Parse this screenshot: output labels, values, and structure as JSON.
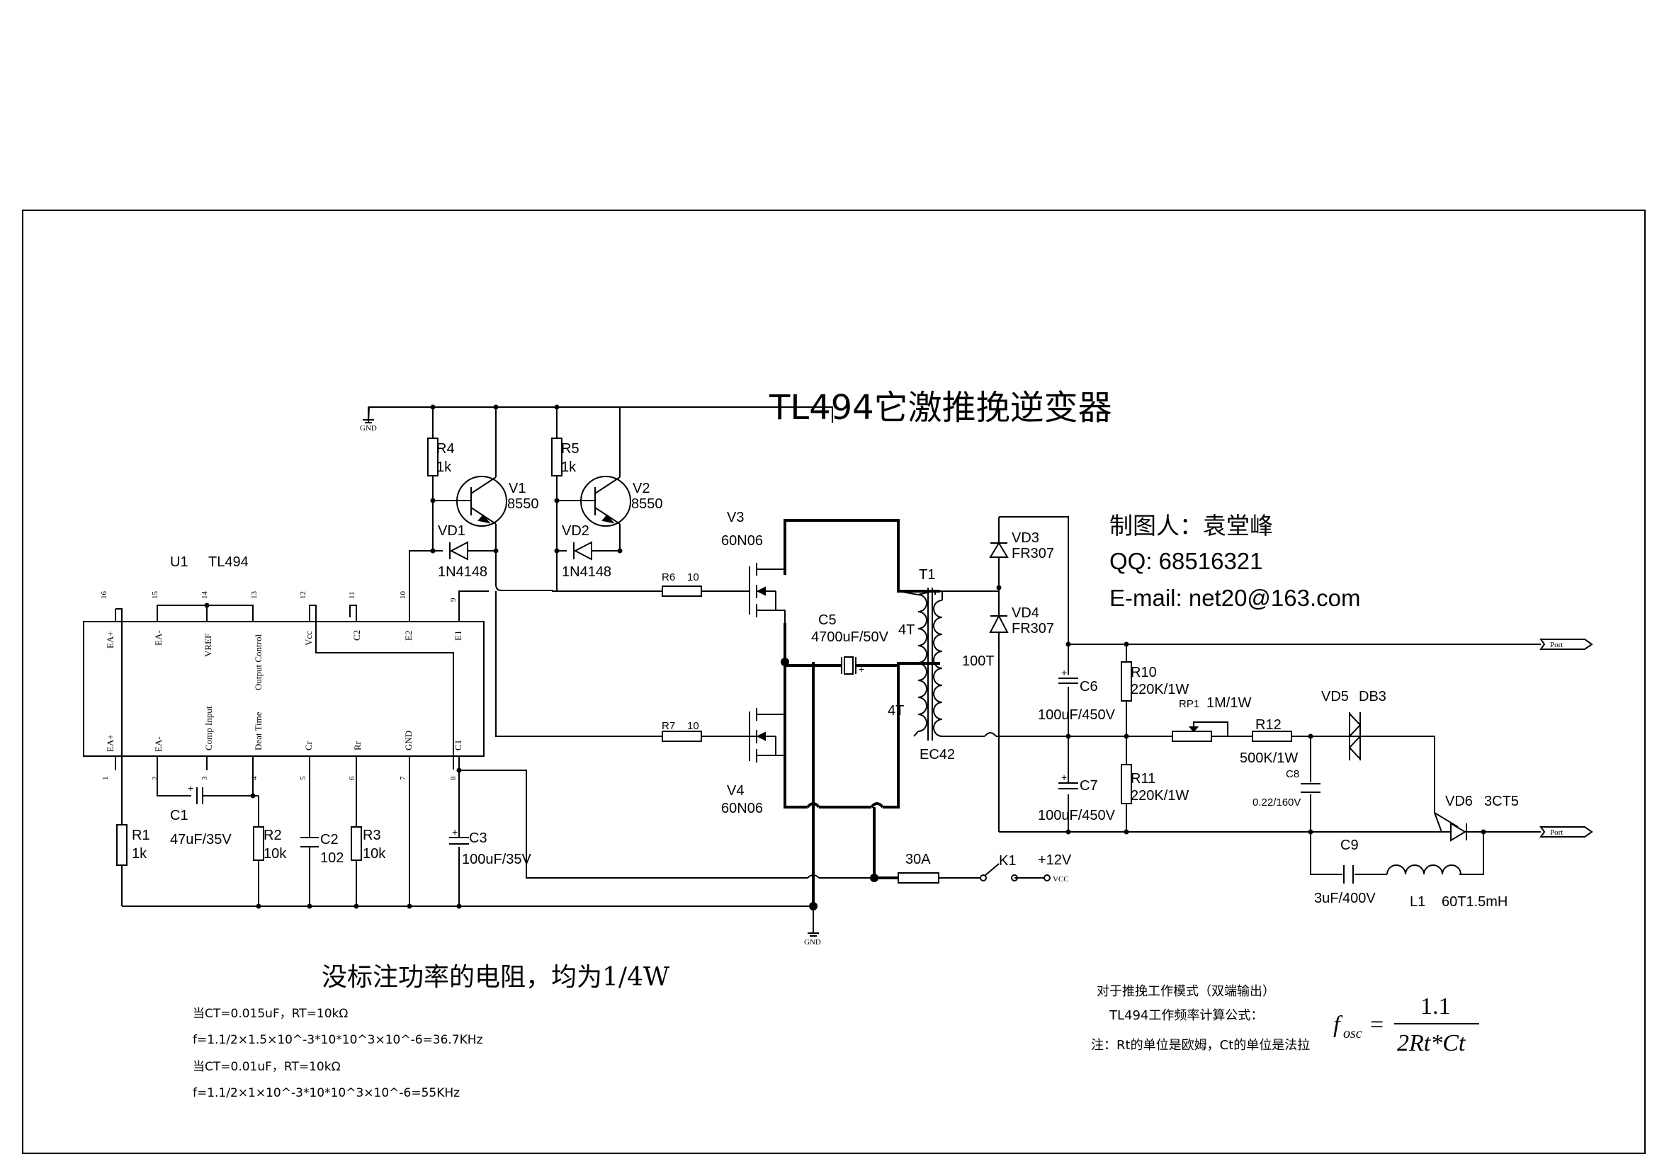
{
  "title": "TL494它激推挽逆变器",
  "author": {
    "name_line": "制图人：袁堂峰",
    "qq_line": "QQ:  68516321",
    "email_line": "E-mail:  net20@163.com"
  },
  "notes": {
    "power_note": "没标注功率的电阻，均为1/4W",
    "calc_line1": "当CT=0.015uF，RT=10kΩ",
    "calc_line2": "f=1.1/2×1.5×10^-3*10*10^3×10^-6=36.7KHz",
    "calc_line3": "当CT=0.01uF，RT=10kΩ",
    "calc_line4": "f=1.1/2×1×10^-3*10*10^3×10^-6=55KHz",
    "formula_line1": "对于推挽工作模式（双端输出）",
    "formula_line2": "TL494工作频率计算公式：",
    "formula_line3": "注：Rt的单位是欧姆，Ct的单位是法拉",
    "formula_lhs_main": "f",
    "formula_lhs_sub": "osc",
    "formula_equals": "=",
    "formula_numerator": "1.1",
    "formula_denominator": "2Rt*Ct"
  },
  "ic": {
    "ref": "U1",
    "part": "TL494",
    "top_pins": [
      {
        "num": "16",
        "name": "EA+"
      },
      {
        "num": "15",
        "name": "EA-"
      },
      {
        "num": "14",
        "name": "VREF"
      },
      {
        "num": "13",
        "name": "Output Control"
      },
      {
        "num": "12",
        "name": "Vcc"
      },
      {
        "num": "11",
        "name": "C2"
      },
      {
        "num": "10",
        "name": "E2"
      },
      {
        "num": "9",
        "name": "E1"
      }
    ],
    "bottom_pins": [
      {
        "num": "1",
        "name": "EA+"
      },
      {
        "num": "2",
        "name": "EA-"
      },
      {
        "num": "3",
        "name": "Comp Input"
      },
      {
        "num": "4",
        "name": "Deat Time"
      },
      {
        "num": "5",
        "name": "Cr"
      },
      {
        "num": "6",
        "name": "Rr"
      },
      {
        "num": "7",
        "name": "GND"
      },
      {
        "num": "8",
        "name": "C1"
      }
    ]
  },
  "components": {
    "R1": {
      "ref": "R1",
      "value": "1k"
    },
    "R2": {
      "ref": "R2",
      "value": "10k"
    },
    "R3": {
      "ref": "R3",
      "value": "10k"
    },
    "R4": {
      "ref": "R4",
      "value": "1k"
    },
    "R5": {
      "ref": "R5",
      "value": "1k"
    },
    "R6": {
      "ref": "R6",
      "value": "10"
    },
    "R7": {
      "ref": "R7",
      "value": "10"
    },
    "R10": {
      "ref": "R10",
      "value": "220K/1W"
    },
    "R11": {
      "ref": "R11",
      "value": "220K/1W"
    },
    "R12": {
      "ref": "R12",
      "value": "500K/1W"
    },
    "RP1": {
      "ref": "RP1",
      "value": "1M/1W"
    },
    "C1": {
      "ref": "C1",
      "value": "47uF/35V"
    },
    "C2": {
      "ref": "C2",
      "value": "102"
    },
    "C3": {
      "ref": "C3",
      "value": "100uF/35V"
    },
    "C5": {
      "ref": "C5",
      "value": "4700uF/50V"
    },
    "C6": {
      "ref": "C6",
      "value": "100uF/450V"
    },
    "C7": {
      "ref": "C7",
      "value": "100uF/450V"
    },
    "C8": {
      "ref": "C8",
      "value": "0.22/160V"
    },
    "C9": {
      "ref": "C9",
      "value": "3uF/400V"
    },
    "V1": {
      "ref": "V1",
      "value": "8550"
    },
    "V2": {
      "ref": "V2",
      "value": "8550"
    },
    "V3": {
      "ref": "V3",
      "value": "60N06"
    },
    "V4": {
      "ref": "V4",
      "value": "60N06"
    },
    "VD1": {
      "ref": "VD1",
      "value": "1N4148"
    },
    "VD2": {
      "ref": "VD2",
      "value": "1N4148"
    },
    "VD3": {
      "ref": "VD3",
      "value": "FR307"
    },
    "VD4": {
      "ref": "VD4",
      "value": "FR307"
    },
    "VD5": {
      "ref": "VD5",
      "value": "DB3"
    },
    "VD6": {
      "ref": "VD6",
      "value": "3CT5"
    },
    "T1": {
      "ref": "T1",
      "core": "EC42",
      "primary_top": "4T",
      "primary_bottom": "4T",
      "secondary": "100T"
    },
    "L1": {
      "ref": "L1",
      "value": "60T1.5mH"
    },
    "K1": {
      "ref": "K1"
    },
    "fuse": {
      "value": "30A"
    }
  },
  "nets": {
    "gnd_top": "GND",
    "gnd_bottom": "GND",
    "vcc": "VCC",
    "plus12": "+12V",
    "port_top": "Port",
    "port_bottom": "Port"
  }
}
